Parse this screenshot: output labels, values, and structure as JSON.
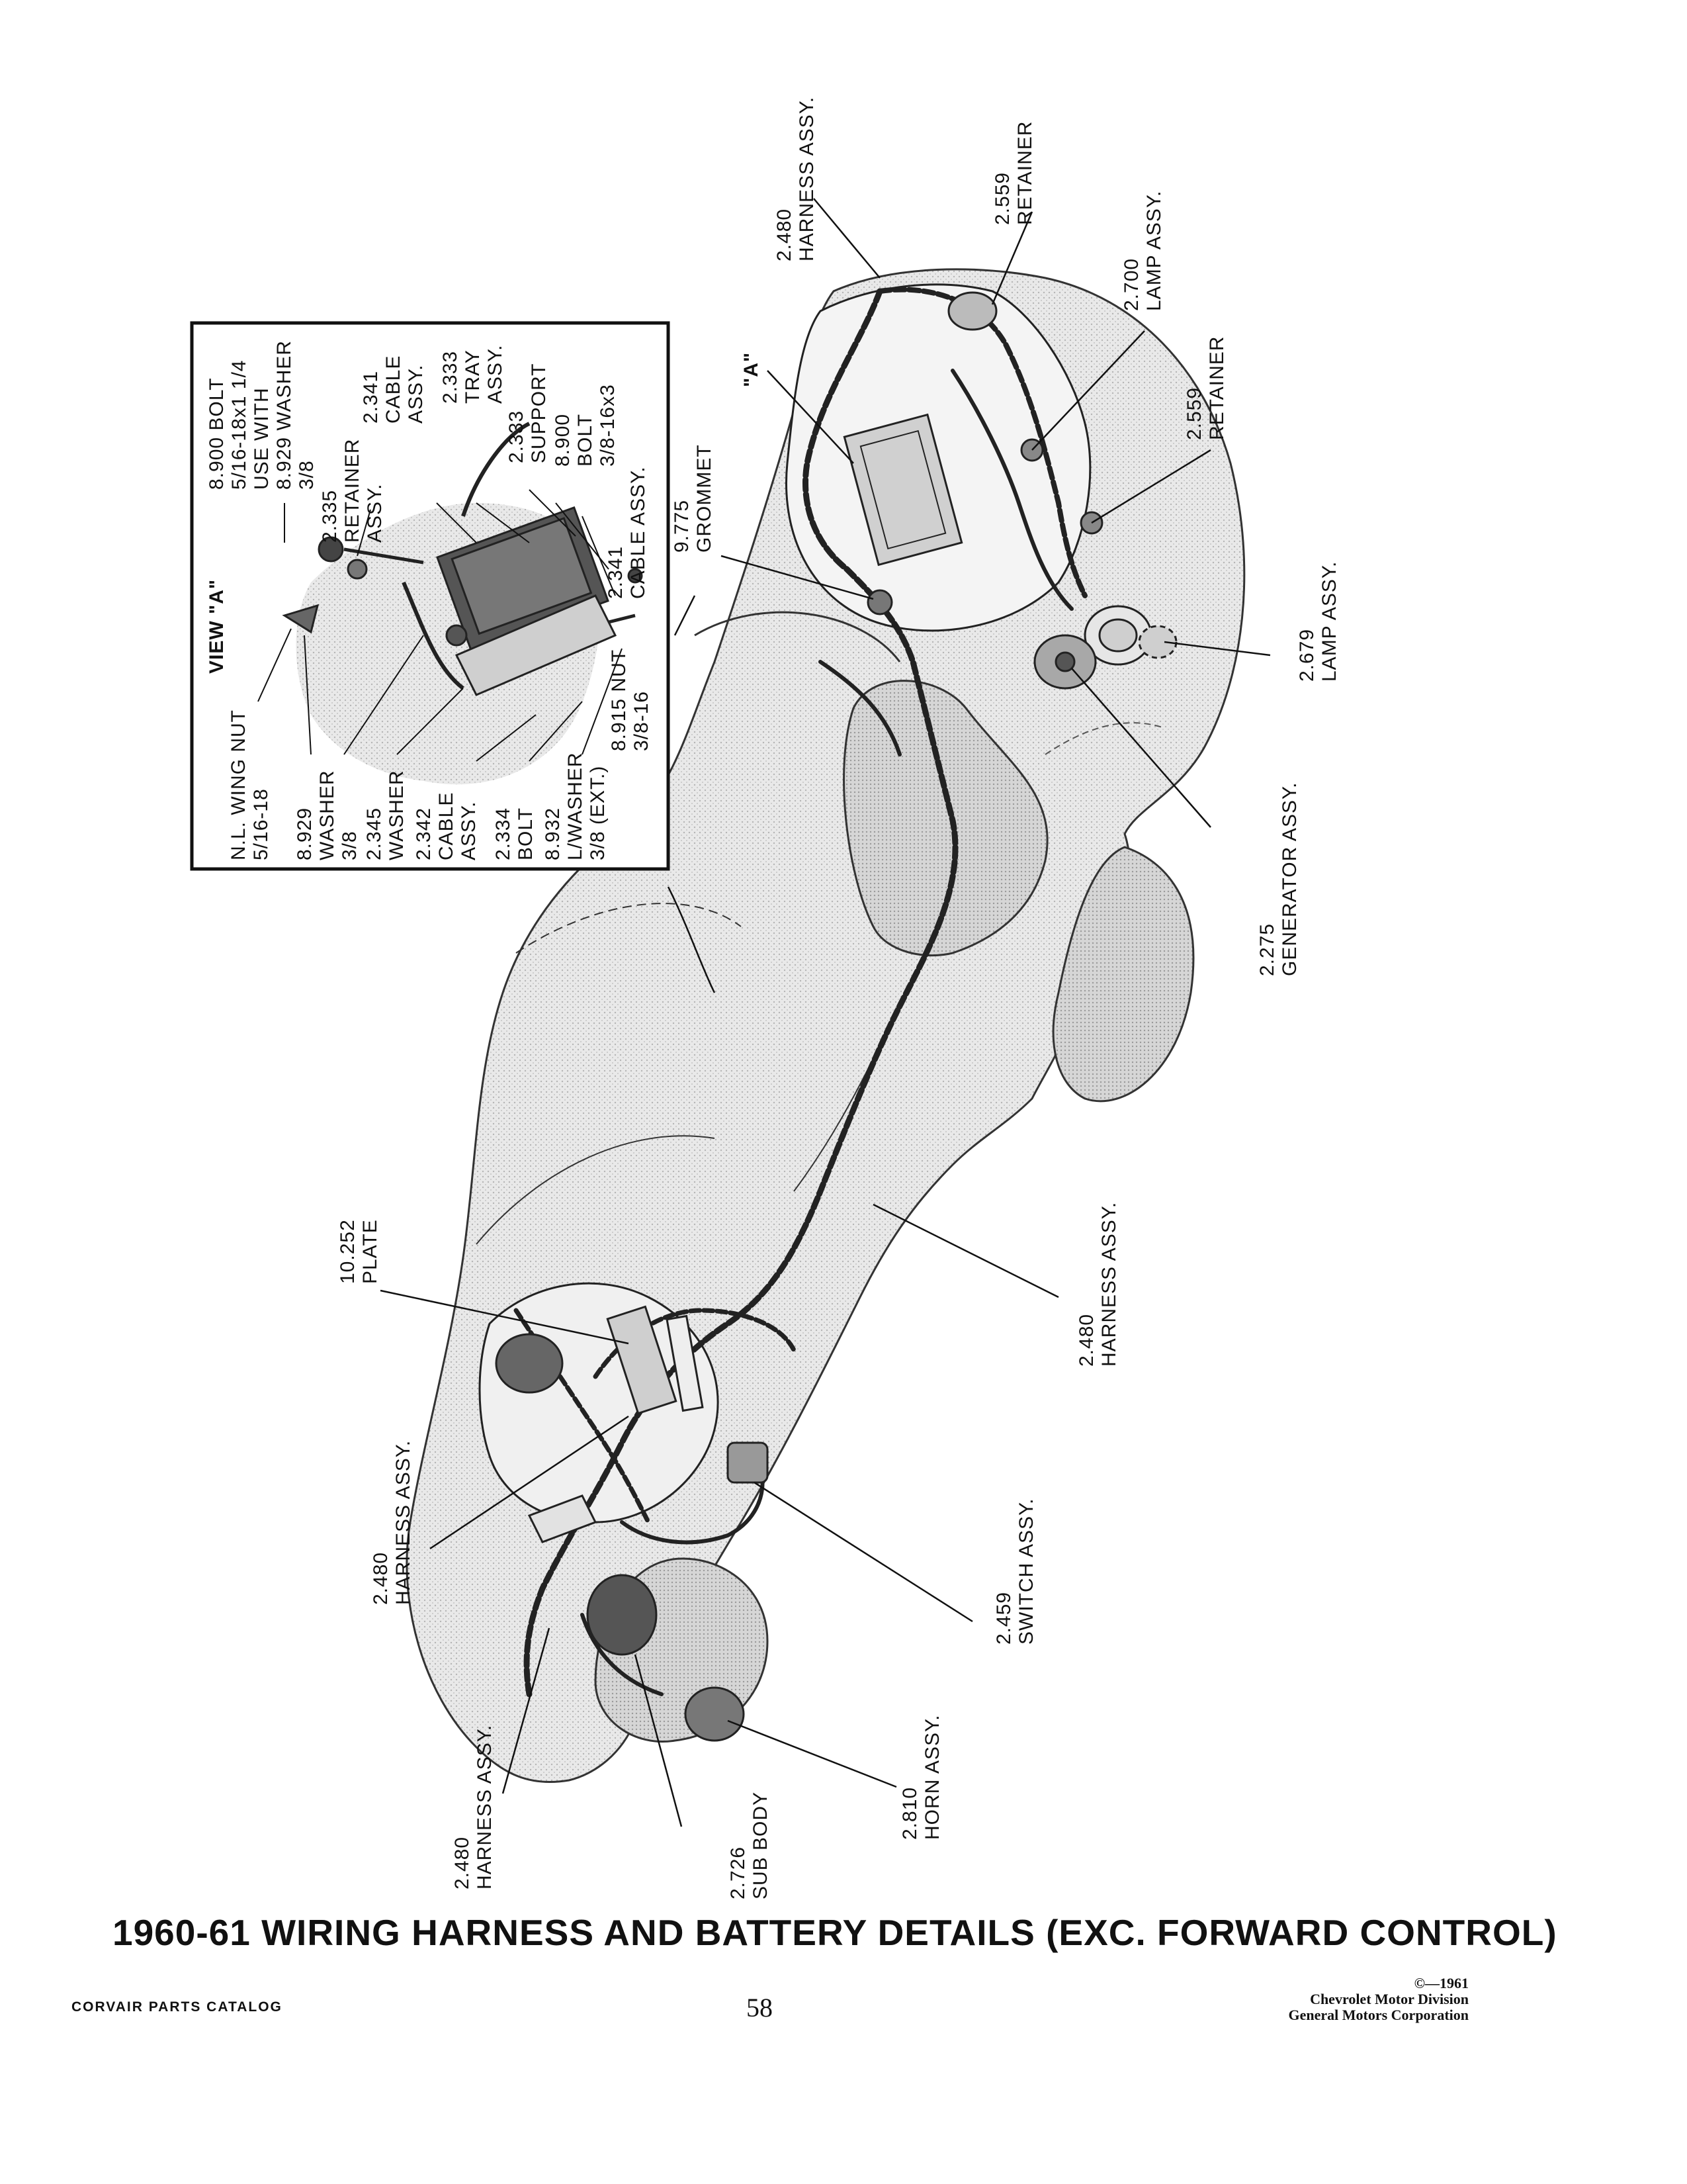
{
  "inset": {
    "title": "VIEW \"A\"",
    "labels": {
      "wing_nut": [
        "N.L. WING NUT",
        "5/16-18"
      ],
      "washer_8929a": [
        "8.929",
        "WASHER",
        "3/8"
      ],
      "washer_2345": [
        "2.345",
        "WASHER"
      ],
      "cable_2342": [
        "2.342",
        "CABLE",
        "ASSY."
      ],
      "bolt_2334": [
        "2.334",
        "BOLT"
      ],
      "lwasher_8932": [
        "8.932",
        "L/WASHER",
        "3/8 (EXT.)"
      ],
      "nut_8915": [
        "8.915 NUT",
        "3/8-16"
      ],
      "bolt_8900a": [
        "8.900 BOLT",
        "5/16-18x1 1/4",
        "USE WITH",
        "8.929 WASHER",
        "3/8"
      ],
      "retainer_2335": [
        "2.335",
        "RETAINER",
        "ASSY."
      ],
      "cable_2341a": [
        "2.341",
        "CABLE",
        "ASSY."
      ],
      "tray_2333": [
        "2.333",
        "TRAY",
        "ASSY."
      ],
      "support_2333": [
        "2.333",
        "SUPPORT"
      ],
      "bolt_8900b": [
        "8.900",
        "BOLT",
        "3/8-16x3"
      ],
      "cable_2341b": [
        "2.341",
        "CABLE ASSY."
      ]
    }
  },
  "callouts": {
    "harness_top": [
      "2.480",
      "HARNESS ASSY."
    ],
    "retainer_top": [
      "2.559",
      "RETAINER"
    ],
    "lamp_2700": [
      "2.700",
      "LAMP ASSY."
    ],
    "retainer_mid": [
      "2.559",
      "RETAINER"
    ],
    "lamp_2679": [
      "2.679",
      "LAMP ASSY."
    ],
    "generator": [
      "2.275",
      "GENERATOR ASSY."
    ],
    "view_a": "\"A\"",
    "grommet": [
      "9.775",
      "GROMMET"
    ],
    "harness_mid": [
      "2.480",
      "HARNESS ASSY."
    ],
    "plate": [
      "10.252",
      "PLATE"
    ],
    "harness_left": [
      "2.480",
      "HARNESS ASSY."
    ],
    "switch": [
      "2.459",
      "SWITCH ASSY."
    ],
    "harness_bottom": [
      "2.480",
      "HARNESS ASSY."
    ],
    "sub_body": [
      "2.726",
      "SUB BODY"
    ],
    "horn": [
      "2.810",
      "HORN ASSY."
    ]
  },
  "caption": "1960-61 WIRING HARNESS AND BATTERY DETAILS (EXC. FORWARD CONTROL)",
  "footer": {
    "catalog": "CORVAIR PARTS CATALOG",
    "page": "58",
    "copyright": "©—1961",
    "division": "Chevrolet Motor Division",
    "corp": "General Motors Corporation"
  }
}
